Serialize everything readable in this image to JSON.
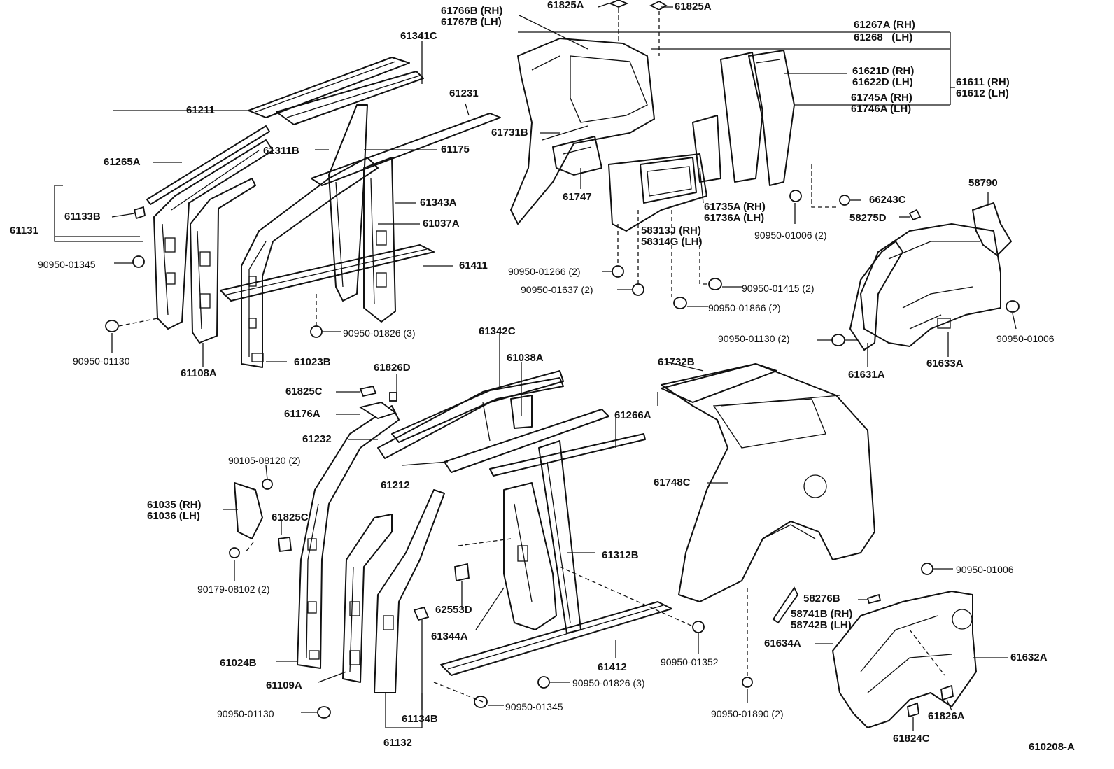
{
  "labels": {
    "p61825A_a": "61825A",
    "p61825A_b": "61825A",
    "p61766B": "61766B (RH)",
    "p61767B": "61767B (LH)",
    "p61341C": "61341C",
    "p61267A": "61267A (RH)",
    "p61268": "61268   (LH)",
    "p61621D": "61621D (RH)",
    "p61622D": "61622D (LH)",
    "p61611": "61611 (RH)",
    "p61612": "61612 (LH)",
    "p61745A": "61745A (RH)",
    "p61746A": "61746A (LH)",
    "p61211": "61211",
    "p61231": "61231",
    "p61731B": "61731B",
    "p61311B": "61311B",
    "p61175": "61175",
    "p61265A": "61265A",
    "p61343A": "61343A",
    "p61747": "61747",
    "p61735A": "61735A (RH)",
    "p61736A": "61736A (LH)",
    "p66243C": "66243C",
    "p58790": "58790",
    "p58275D": "58275D",
    "p61133B": "61133B",
    "p61131": "61131",
    "p61037A": "61037A",
    "p58313J": "58313J (RH)",
    "p58314G": "58314G (LH)",
    "p90950_01006_2": "90950-01006 (2)",
    "p90950_01345_a": "90950-01345",
    "p61411": "61411",
    "p90950_01266": "90950-01266 (2)",
    "p90950_01637": "90950-01637 (2)",
    "p90950_01415": "90950-01415 (2)",
    "p90950_01866": "90950-01866 (2)",
    "p90950_01826_a": "90950-01826 (3)",
    "p90950_01130_a": "90950-01130 (2)",
    "p90950_01006_a": "90950-01006",
    "p90950_01130_b": "90950-01130",
    "p61108A": "61108A",
    "p61023B": "61023B",
    "p61631A": "61631A",
    "p61633A": "61633A",
    "p61342C": "61342C",
    "p61038A": "61038A",
    "p61826D": "61826D",
    "p61732B": "61732B",
    "p61825C_a": "61825C",
    "p61176A": "61176A",
    "p61266A": "61266A",
    "p61232": "61232",
    "p90105": "90105-08120 (2)",
    "p61212": "61212",
    "p61035": "61035 (RH)",
    "p61036": "61036 (LH)",
    "p61825C_b": "61825C",
    "p61748C": "61748C",
    "p61312B": "61312B",
    "p90179": "90179-08102 (2)",
    "p90950_01006_b": "90950-01006",
    "p62553D": "62553D",
    "p58276B": "58276B",
    "p58741B": "58741B (RH)",
    "p58742B": "58742B (LH)",
    "p61344A": "61344A",
    "p61634A": "61634A",
    "p61632A": "61632A",
    "p61024B": "61024B",
    "p90950_01352": "90950-01352",
    "p61412": "61412",
    "p61109A": "61109A",
    "p90950_01826_b": "90950-01826 (3)",
    "p90950_01130_c": "90950-01130",
    "p90950_01345_b": "90950-01345",
    "p90950_01890": "90950-01890 (2)",
    "p61826A": "61826A",
    "p61134B": "61134B",
    "p61132": "61132",
    "p61824C": "61824C",
    "ref": "610208-A"
  }
}
